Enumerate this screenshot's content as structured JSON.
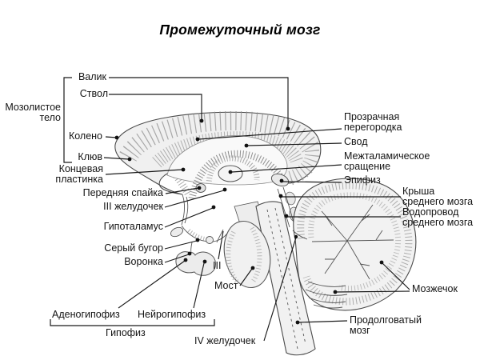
{
  "title": "Промежуточный мозг",
  "labels": {
    "corpus_callosum": "Мозолистое\nтело",
    "valik": "Валик",
    "stvol": "Ствол",
    "koleno": "Колено",
    "klyuv": "Клюв",
    "kontsevaya": "Концевая\nпластинка",
    "perednyaya": "Передняя спайка",
    "third_ventricle": "III желудочек",
    "gipotalamus": "Гипоталамус",
    "seryy_bugor": "Серый бугор",
    "voronka": "Воронка",
    "adenogipofiz": "Аденогипофиз",
    "neyrogipofiz": "Нейрогипофиз",
    "gipofiz": "Гипофиз",
    "third_nerve": "III",
    "most": "Мост",
    "iv_ventricle": "IV желудочек",
    "prozrachnaya": "Прозрачная\nперегородка",
    "svod": "Свод",
    "mezhtalamicheskoe": "Межталамическое\nсращение",
    "epifiz": "Эпифиз",
    "krysha": "Крыша\nсреднего мозга",
    "vodoprovod": "Водопровод\nсреднего мозга",
    "mozzhechok": "Мозжечок",
    "prodolgovaty": "Продолговатый\nмозг"
  },
  "colors": {
    "ink": "#1a1a1a",
    "fill_light": "#f0f0f0",
    "hatch_gray": "#9a9a9a",
    "background": "#ffffff"
  }
}
